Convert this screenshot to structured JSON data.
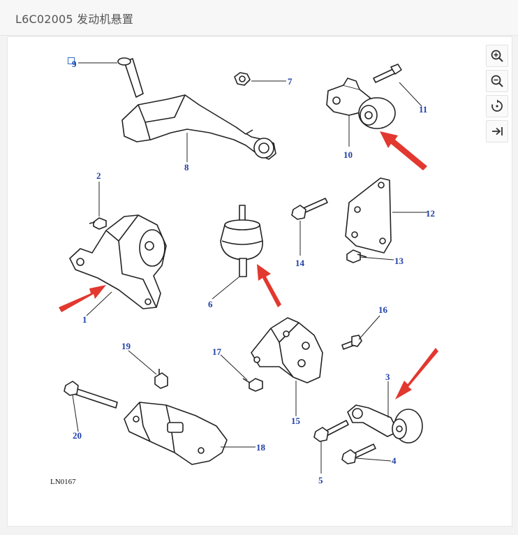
{
  "header": {
    "title": "L6C02005 发动机悬置"
  },
  "toolbar": {
    "zoom_in": "zoom-in-icon",
    "zoom_out": "zoom-out-icon",
    "reset": "rotate-reset-icon",
    "collapse": "collapse-arrow-icon"
  },
  "diagram": {
    "code": "LN0167",
    "callouts": [
      {
        "id": "1",
        "label": "1"
      },
      {
        "id": "2",
        "label": "2"
      },
      {
        "id": "3",
        "label": "3"
      },
      {
        "id": "4",
        "label": "4"
      },
      {
        "id": "5",
        "label": "5"
      },
      {
        "id": "6",
        "label": "6"
      },
      {
        "id": "7",
        "label": "7"
      },
      {
        "id": "8",
        "label": "8"
      },
      {
        "id": "9",
        "label": "9"
      },
      {
        "id": "10",
        "label": "10"
      },
      {
        "id": "11",
        "label": "11"
      },
      {
        "id": "12",
        "label": "12"
      },
      {
        "id": "13",
        "label": "13"
      },
      {
        "id": "14",
        "label": "14"
      },
      {
        "id": "15",
        "label": "15"
      },
      {
        "id": "16",
        "label": "16"
      },
      {
        "id": "17",
        "label": "17"
      },
      {
        "id": "18",
        "label": "18"
      },
      {
        "id": "19",
        "label": "19"
      },
      {
        "id": "20",
        "label": "20"
      }
    ]
  },
  "colors": {
    "callout": "#1f3fa8",
    "arrow": "#e2382f",
    "line": "#222222",
    "panel": "#ffffff"
  }
}
